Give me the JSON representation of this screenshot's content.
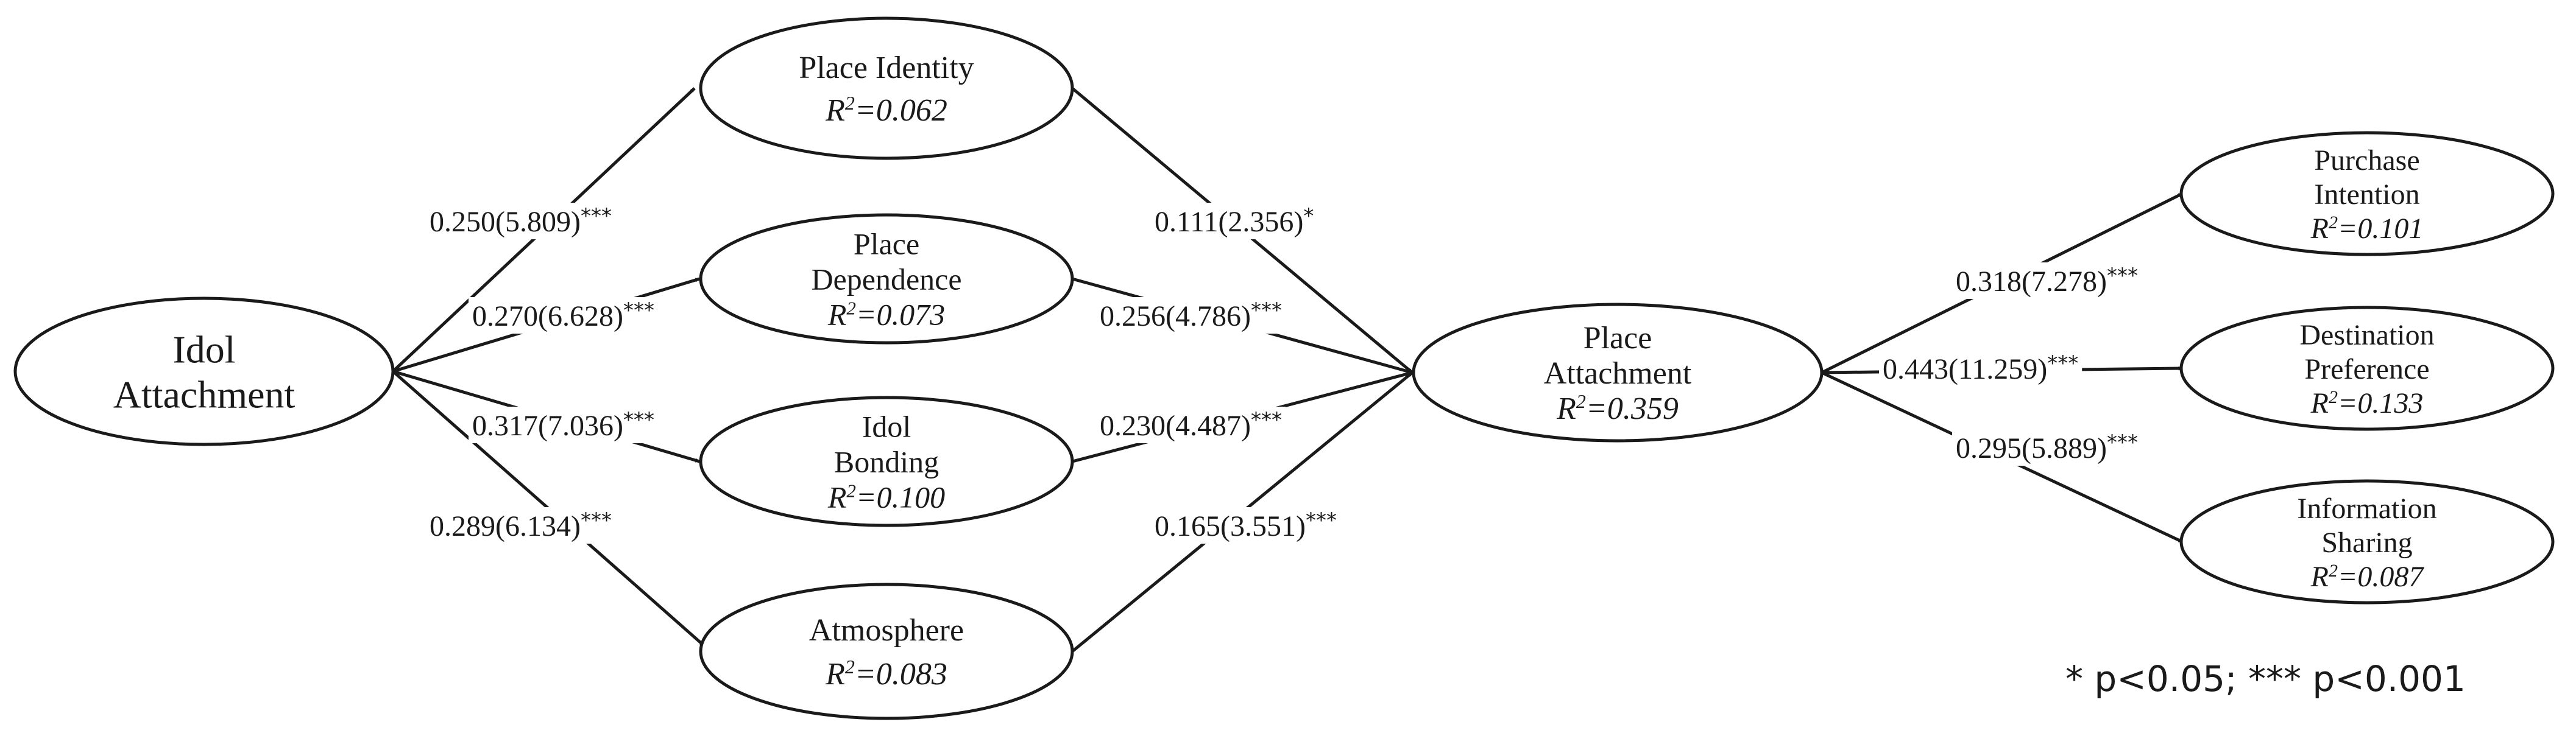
{
  "nodes": [
    {
      "id": "idol-attachment",
      "lines": [
        "Idol",
        "Attachment"
      ],
      "r2_value": ""
    },
    {
      "id": "place-identity",
      "lines": [
        "Place Identity"
      ],
      "r2_value": "0.062"
    },
    {
      "id": "place-dependence",
      "lines": [
        "Place",
        "Dependence"
      ],
      "r2_value": "0.073"
    },
    {
      "id": "idol-bonding",
      "lines": [
        "Idol",
        "Bonding"
      ],
      "r2_value": "0.100"
    },
    {
      "id": "atmosphere",
      "lines": [
        "Atmosphere"
      ],
      "r2_value": "0.083"
    },
    {
      "id": "place-attachment",
      "lines": [
        "Place",
        "Attachment"
      ],
      "r2_value": "0.359"
    },
    {
      "id": "purchase-intention",
      "lines": [
        "Purchase",
        "Intention"
      ],
      "r2_value": "0.101"
    },
    {
      "id": "destination-preference",
      "lines": [
        "Destination",
        "Preference"
      ],
      "r2_value": "0.133"
    },
    {
      "id": "information-sharing",
      "lines": [
        "Information",
        "Sharing"
      ],
      "r2_value": "0.087"
    }
  ],
  "r2_prefix": "R",
  "r2_superscript": "2",
  "edges": [
    {
      "from": "idol-attachment",
      "to": "place-identity",
      "coef": "0.250(5.809)",
      "sig": "***"
    },
    {
      "from": "idol-attachment",
      "to": "place-dependence",
      "coef": "0.270(6.628)",
      "sig": "***"
    },
    {
      "from": "idol-attachment",
      "to": "idol-bonding",
      "coef": "0.317(7.036)",
      "sig": "***"
    },
    {
      "from": "idol-attachment",
      "to": "atmosphere",
      "coef": "0.289(6.134)",
      "sig": "***"
    },
    {
      "from": "place-identity",
      "to": "place-attachment",
      "coef": "0.111(2.356)",
      "sig": "*"
    },
    {
      "from": "place-dependence",
      "to": "place-attachment",
      "coef": "0.256(4.786)",
      "sig": "***"
    },
    {
      "from": "idol-bonding",
      "to": "place-attachment",
      "coef": "0.230(4.487)",
      "sig": "***"
    },
    {
      "from": "atmosphere",
      "to": "place-attachment",
      "coef": "0.165(3.551)",
      "sig": "***"
    },
    {
      "from": "place-attachment",
      "to": "purchase-intention",
      "coef": "0.318(7.278)",
      "sig": "***"
    },
    {
      "from": "place-attachment",
      "to": "destination-preference",
      "coef": "0.443(11.259)",
      "sig": "***"
    },
    {
      "from": "place-attachment",
      "to": "information-sharing",
      "coef": "0.295(5.889)",
      "sig": "***"
    }
  ],
  "legend": {
    "text": "* p<0.05; *** p<0.001"
  }
}
